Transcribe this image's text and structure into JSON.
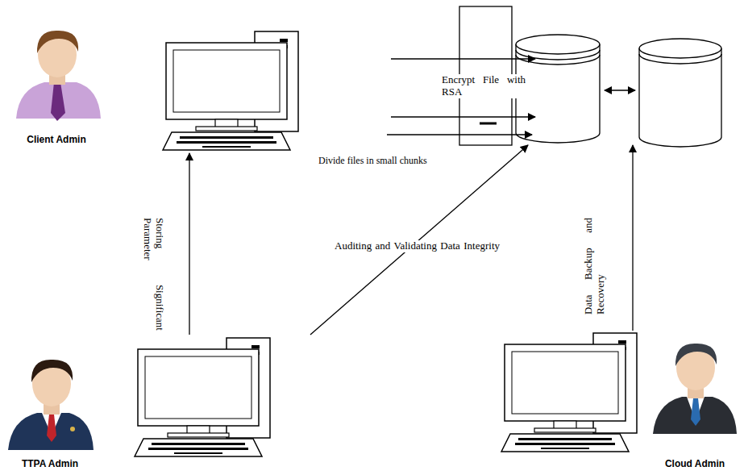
{
  "diagram": {
    "nodes": [
      {
        "text": [
          "Client Admin"
        ]
      },
      {
        "text": [
          "TTPA Admin"
        ]
      },
      {
        "text": [
          "Cloud Admin"
        ]
      },
      {
        "text": [
          "Encrypt File with RSA"
        ]
      }
    ],
    "edges": [
      {
        "from": 1,
        "to": 0,
        "label": "Storing Significant Parameter",
        "arrow": "to"
      },
      {
        "from": 1,
        "to": 3,
        "label": "Auditing and Validating Data Integrity",
        "arrow": "to"
      },
      {
        "from": 2,
        "to": 3,
        "label": "Data Backup and Recovery",
        "arrow": "to"
      }
    ],
    "labels": [
      "Divide files in small chunks"
    ]
  }
}
